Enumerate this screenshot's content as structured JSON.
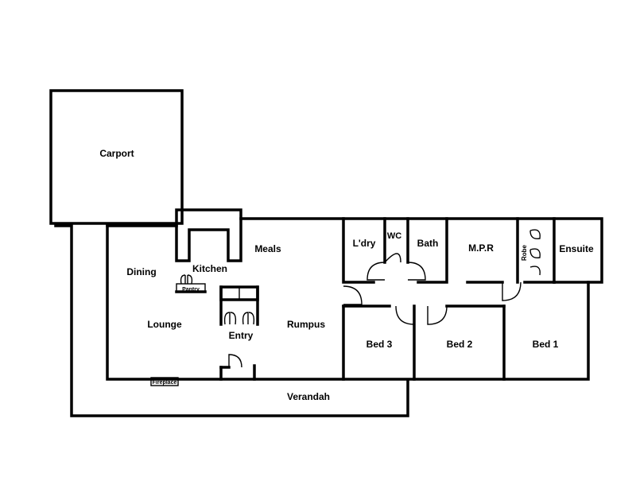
{
  "rooms": {
    "carport": "Carport",
    "kitchen": "Kitchen",
    "meals": "Meals",
    "dining": "Dining",
    "pantry": "Pantry",
    "lounge": "Lounge",
    "entry": "Entry",
    "rumpus": "Rumpus",
    "laundry": "L'dry",
    "wc": "WC",
    "bath": "Bath",
    "mpr": "M.P.R",
    "robe": "Robe",
    "ensuite": "Ensuite",
    "bed3": "Bed 3",
    "bed2": "Bed 2",
    "bed1": "Bed 1",
    "fireplace": "Fireplace",
    "verandah": "Verandah"
  }
}
